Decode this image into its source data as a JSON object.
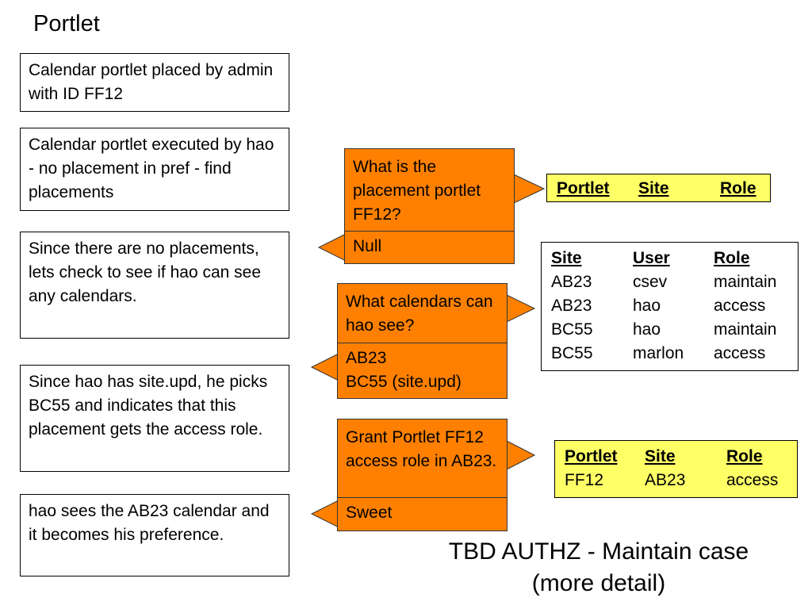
{
  "title": "Portlet",
  "steps": [
    "Calendar portlet placed by admin with ID FF12",
    "Calendar portlet executed by hao - no placement in pref - find placements",
    "Since there are no placements, lets check to see if hao can see any calendars.",
    "Since hao has site.upd, he picks BC55 and indicates that this placement gets the access role.",
    "hao sees the AB23 calendar and it becomes his preference."
  ],
  "queries": [
    {
      "question": "What is the placement portlet FF12?",
      "answer": "Null"
    },
    {
      "question": "What calendars can hao see?",
      "answer": [
        "AB23",
        "BC55 (site.upd)"
      ]
    },
    {
      "question": "Grant Portlet FF12 access role in AB23.",
      "answer": "Sweet"
    }
  ],
  "tables": {
    "placements_empty": {
      "headers": [
        "Portlet",
        "Site",
        "Role"
      ],
      "rows": []
    },
    "site_roles": {
      "headers": [
        "Site",
        "User",
        "Role"
      ],
      "rows": [
        [
          "AB23",
          "csev",
          "maintain"
        ],
        [
          "AB23",
          "hao",
          "access"
        ],
        [
          "BC55",
          "hao",
          "maintain"
        ],
        [
          "BC55",
          "marlon",
          "access"
        ]
      ]
    },
    "placements_granted": {
      "headers": [
        "Portlet",
        "Site",
        "Role"
      ],
      "rows": [
        [
          "FF12",
          "AB23",
          "access"
        ]
      ]
    }
  },
  "caption": [
    "TBD AUTHZ - Maintain case",
    "(more detail)"
  ],
  "colors": {
    "query_fill": "#ff8000",
    "table_highlight": "#ffff66"
  }
}
